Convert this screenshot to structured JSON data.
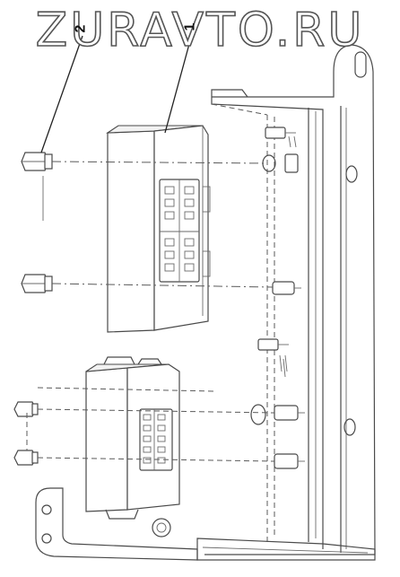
{
  "watermark": {
    "text": "ZURAVTO.RU"
  },
  "callouts": [
    {
      "id": "1",
      "label": "1"
    },
    {
      "id": "2",
      "label": "2"
    }
  ],
  "colors": {
    "line": "#4a4a4a",
    "background": "#ffffff"
  }
}
